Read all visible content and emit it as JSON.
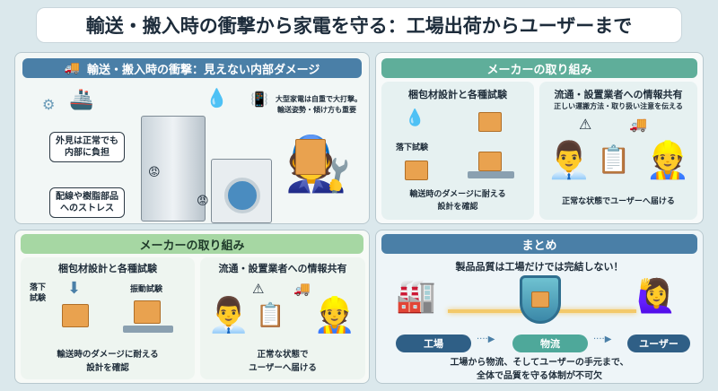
{
  "title": "輸送・搬入時の衝撃から家電を守る：工場出荷からユーザーまで",
  "impact": {
    "header": "輸送・搬入時の衝撃：見えない内部ダメージ",
    "note_line1": "大型家電は自重で大打撃。",
    "note_line2": "輸送姿勢・傾け方も重要",
    "callout1_line1": "外見は正常でも",
    "callout1_line2": "内部に負担",
    "callout2_line1": "配線や樹脂部品",
    "callout2_line2": "へのストレス"
  },
  "maker_top": {
    "header": "メーカーの取り組み",
    "left_title": "梱包材設計と各種試験",
    "drop_label": "落下試験",
    "left_caption1": "輸送時のダメージに耐える",
    "left_caption2": "設計を確認",
    "right_title": "流通・設置業者への情報共有",
    "right_subtitle": "正しい運搬方法・取り扱い注意を伝える",
    "right_caption": "正常な状態でユーザーへ届ける"
  },
  "maker_bottom": {
    "header": "メーカーの取り組み",
    "left_title": "梱包材設計と各種試験",
    "drop_label1": "落下",
    "drop_label2": "試験",
    "vibration_label": "振動試験",
    "left_caption1": "輸送時のダメージに耐える",
    "left_caption2": "設計を確認",
    "right_title": "流通・設置業者への情報共有",
    "right_caption1": "正常な状態で",
    "right_caption2": "ユーザーへ届ける"
  },
  "summary": {
    "header": "まとめ",
    "headline": "製品品質は工場だけでは完結しない！",
    "steps": [
      "工場",
      "物流",
      "ユーザー"
    ],
    "caption1": "工場から物流、そしてユーザーの手元まで、",
    "caption2": "全体で品質を守る体制が不可欠"
  },
  "colors": {
    "blue": "#4a7fa7",
    "teal": "#5fae9a",
    "lightgreen": "#9fd29c",
    "box": "#e9a24f"
  }
}
